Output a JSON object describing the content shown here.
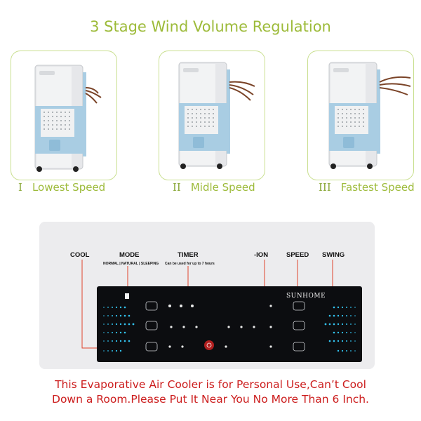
{
  "title": "3 Stage Wind Volume Regulation",
  "speeds": [
    {
      "numeral": "I",
      "label": "Lowest Speed"
    },
    {
      "numeral": "II",
      "label": "Midle Speed"
    },
    {
      "numeral": "III",
      "label": "Fastest Speed"
    }
  ],
  "panel": {
    "labels": {
      "cool": "COOL",
      "mode": "MODE",
      "timer": "TIMER",
      "ion": "-ION",
      "speed": "SPEED",
      "swing": "SWING"
    },
    "mode_options": "NORMAL | NATURAL | SLEEPING",
    "timer_note": "Can be used for up to 7 hours",
    "brand": "SUNHOME",
    "leader_color": "#e0452c",
    "accent": "#33c3f0"
  },
  "warning": {
    "line1": "This Evaporative Air Cooler is for Personal Use,Can’t Cool",
    "line2": "Down a Room.Please Put It Near You No More Than 6 Inch."
  },
  "colors": {
    "title": "#9dbb3a",
    "warning": "#cc1d1d",
    "card_border": "#c9df8f"
  }
}
